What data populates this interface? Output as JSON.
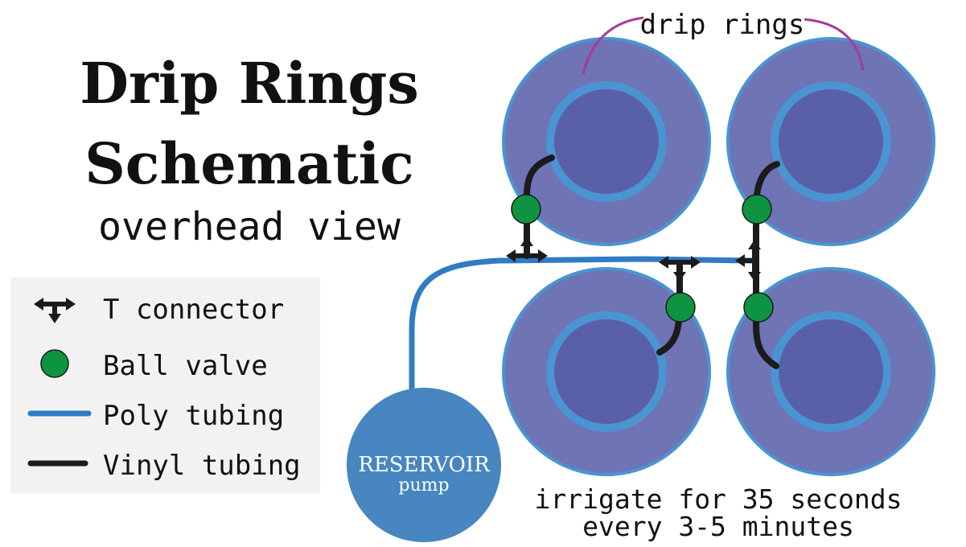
{
  "title": {
    "line1": "Drip Rings",
    "line2": "Schematic",
    "subtitle": "overhead view"
  },
  "legend": {
    "t_connector": "T connector",
    "ball_valve": "Ball valve",
    "poly_tubing": "Poly tubing",
    "vinyl_tubing": "Vinyl tubing"
  },
  "labels": {
    "drip_rings": "drip rings",
    "reservoir": "RESERVOIR",
    "pump": "pump",
    "irrigate_line1": "irrigate for 35 seconds",
    "irrigate_line2": "every 3-5 minutes"
  },
  "colors": {
    "pot_outer": "#6e74b4",
    "pot_inner": "#5a60a8",
    "ring": "#4a94d2",
    "poly_tubing": "#2f7cc4",
    "vinyl_tubing": "#1b1b1b",
    "valve": "#0e9440",
    "reservoir": "#4786c0",
    "callout": "#a43c9c",
    "legend_bg": "#f2f2f2"
  }
}
